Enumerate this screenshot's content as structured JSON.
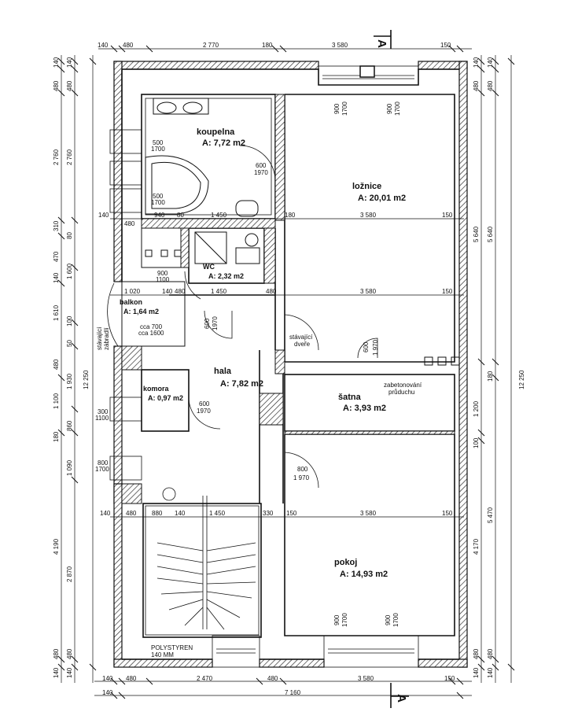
{
  "rooms": {
    "koupelna": {
      "name": "koupelna",
      "area": "A: 7,72 m2"
    },
    "loznice": {
      "name": "ložnice",
      "area": "A: 20,01 m2"
    },
    "wc": {
      "name": "WC",
      "area": "A: 2,32 m2"
    },
    "balkon": {
      "name": "balkon",
      "area": "A: 1,64 m2"
    },
    "hala": {
      "name": "hala",
      "area": "A: 7,82 m2"
    },
    "komora": {
      "name": "komora",
      "area": "A: 0,97 m2"
    },
    "satna": {
      "name": "šatna",
      "area": "A: 3,93 m2"
    },
    "pokoj": {
      "name": "pokoj",
      "area": "A: 14,93 m2"
    }
  },
  "notes": {
    "stavajici_dvere": [
      "stávající",
      "dveře"
    ],
    "stavajici_zabradli": [
      "stávající",
      "zábradlí"
    ],
    "zabetonovani": [
      "zabetonování",
      "průduchu"
    ],
    "polystyren": [
      "POLYSTYREN",
      "140 MM"
    ],
    "section": "A"
  },
  "openings": {
    "o1": [
      "500",
      "1700"
    ],
    "o2": [
      "500",
      "1700"
    ],
    "o3": [
      "600",
      "1970"
    ],
    "o4": [
      "900",
      "1100"
    ],
    "o5": [
      "600",
      "1970"
    ],
    "o6": [
      "cca 700",
      "cca 1600"
    ],
    "o7": [
      "600",
      "1970"
    ],
    "o8": [
      "300",
      "1100"
    ],
    "o9": [
      "800",
      "1700"
    ],
    "o10": [
      "800",
      "1 970"
    ],
    "o11": [
      "600",
      "1 970"
    ]
  },
  "dims_top": [
    "140",
    "480",
    "2 770",
    "180",
    "3 580",
    "150"
  ],
  "dims_bottom1": [
    "140",
    "480",
    "2 470",
    "480",
    "3 580",
    "150"
  ],
  "dims_bottom2": [
    "140",
    "7 160"
  ],
  "dims_row1": [
    "140",
    "940",
    "80",
    "1 450",
    "180",
    "3 580",
    "150",
    "480"
  ],
  "dims_row2": [
    "1 020",
    "140",
    "480",
    "1 450",
    "480",
    "3 580",
    "150"
  ],
  "dims_row3": [
    "140",
    "480",
    "880",
    "140",
    "1 450",
    "330",
    "150",
    "3 580",
    "150"
  ],
  "dims_left1": [
    "140",
    "480",
    "2 760",
    "310",
    "470",
    "140",
    "1 610",
    "480",
    "1 100",
    "180",
    "4 190",
    "480",
    "140"
  ],
  "dims_left2": [
    "140",
    "480",
    "2 760",
    "80",
    "1 600",
    "100",
    "50",
    "1 930",
    "860",
    "1 090",
    "2 870",
    "480",
    "140"
  ],
  "dims_left3": [
    "12 250"
  ],
  "dims_right1": [
    "140",
    "480",
    "5 640",
    "1 200",
    "100",
    "4 170",
    "480",
    "140"
  ],
  "dims_right2": [
    "140",
    "480",
    "5 640",
    "180",
    "5 470",
    "480",
    "140"
  ],
  "dims_right3": [
    "12 250"
  ],
  "window_dims": [
    "900",
    "1700"
  ]
}
